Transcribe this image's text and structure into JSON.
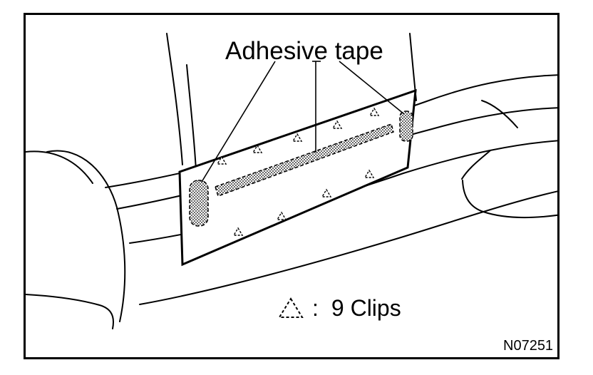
{
  "diagram": {
    "callout_label": "Adhesive tape",
    "legend": {
      "symbol": "clip-triangle-symbol",
      "separator": ":",
      "text": "9 Clips"
    },
    "figure_code": "N07251",
    "clip_count": 9,
    "colors": {
      "line": "#000000",
      "background": "#ffffff",
      "tape_fill": "#9a9a9a"
    }
  }
}
